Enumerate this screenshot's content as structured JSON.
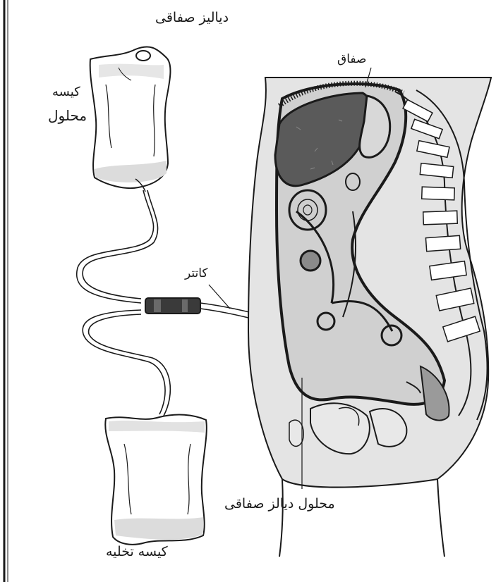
{
  "labels": {
    "title": "دیالیز صفاقی",
    "solution_bag_line1": "کیسه",
    "solution_bag_line2": "محلول",
    "peritoneum": "صفاق",
    "catheter": "کاتتر",
    "dialysis_fluid": "محلول دیالز صفاقی",
    "drain_bag": "کیسه تخلیه"
  },
  "colors": {
    "outline": "#1a1a1a",
    "body_fill": "#e3e3e3",
    "organ_dark": "#5a5a5a",
    "fluid_gray": "#cfcfcf",
    "bag_shade": "#d6d6d6"
  }
}
